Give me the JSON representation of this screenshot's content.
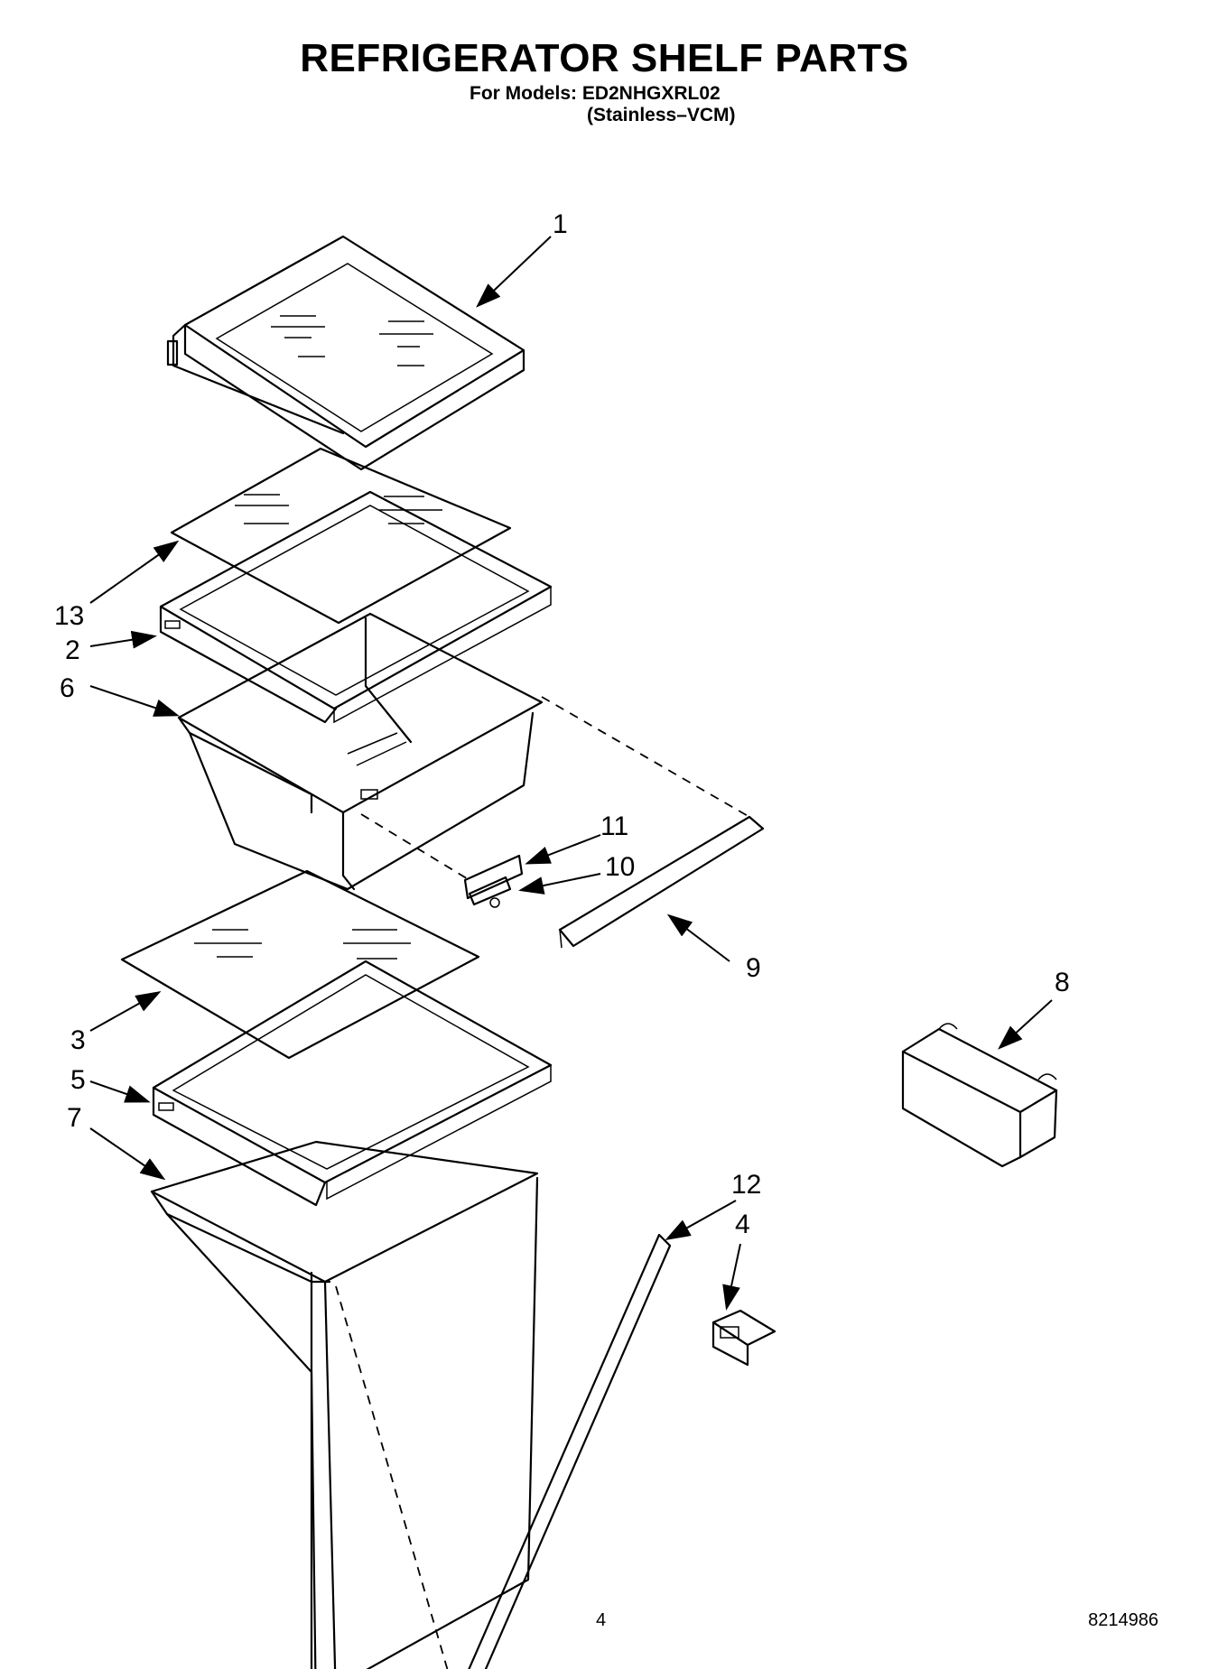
{
  "header": {
    "title": "REFRIGERATOR SHELF PARTS",
    "models_line": "For Models: ED2NHGXRL02",
    "variant_line": "(Stainless–VCM)"
  },
  "footer": {
    "page_number": "4",
    "doc_number": "8214986"
  },
  "callouts": {
    "c1": "1",
    "c2": "2",
    "c3": "3",
    "c4": "4",
    "c5": "5",
    "c6": "6",
    "c7": "7",
    "c8": "8",
    "c9": "9",
    "c10": "10",
    "c11": "11",
    "c12": "12",
    "c13": "13"
  }
}
